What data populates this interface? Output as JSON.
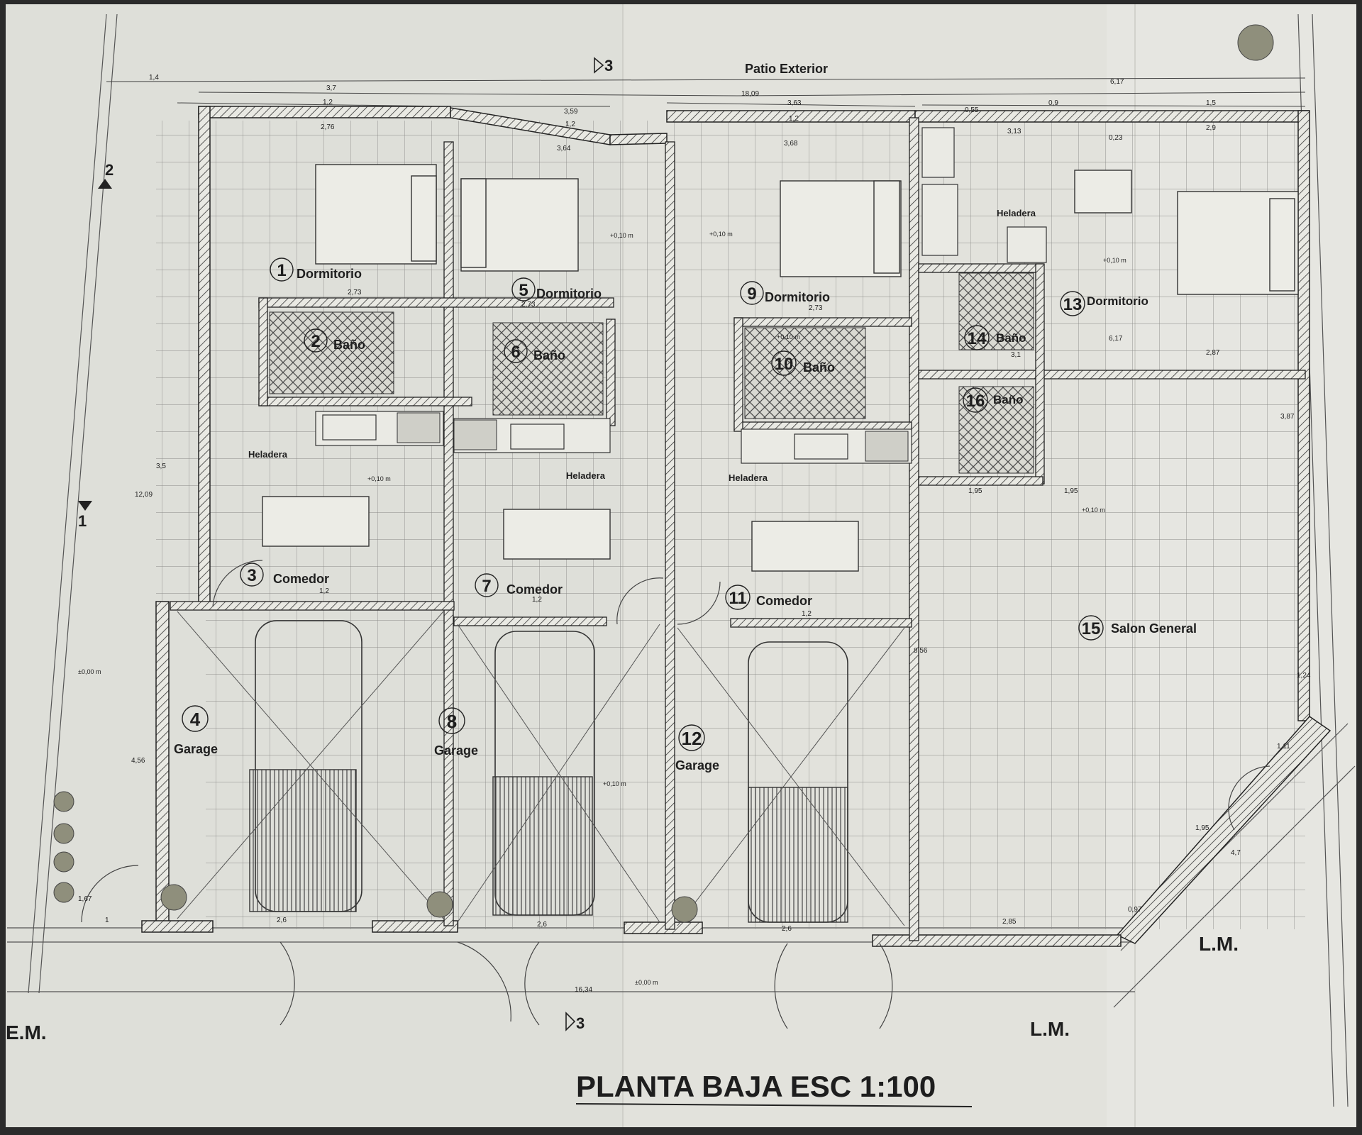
{
  "title": "PLANTA BAJA ESC 1:100",
  "labels": {
    "patio": "Patio Exterior",
    "lm": "L.M.",
    "em": "E.M.",
    "section1": "1",
    "section2": "2",
    "section3": "3",
    "heladera": "Heladera"
  },
  "rooms": [
    {
      "num": "1",
      "name": "Dormitorio"
    },
    {
      "num": "2",
      "name": "Baño"
    },
    {
      "num": "3",
      "name": "Comedor"
    },
    {
      "num": "4",
      "name": "Garage"
    },
    {
      "num": "5",
      "name": "Dormitorio"
    },
    {
      "num": "6",
      "name": "Baño"
    },
    {
      "num": "7",
      "name": "Comedor"
    },
    {
      "num": "8",
      "name": "Garage"
    },
    {
      "num": "9",
      "name": "Dormitorio"
    },
    {
      "num": "10",
      "name": "Baño"
    },
    {
      "num": "11",
      "name": "Comedor"
    },
    {
      "num": "12",
      "name": "Garage"
    },
    {
      "num": "13",
      "name": "Dormitorio"
    },
    {
      "num": "14",
      "name": "Baño"
    },
    {
      "num": "15",
      "name": "Salon General"
    },
    {
      "num": "16",
      "name": "Baño"
    }
  ],
  "dimensions": [
    "1,4",
    "3,7",
    "1,2",
    "2,76",
    "3,59",
    "1,2",
    "3,64",
    "18,09",
    "3,63",
    "1,2",
    "3,68",
    "6,17",
    "0,55",
    "0,9",
    "1,5",
    "2,9",
    "3,13",
    "0,23",
    "2,73",
    "2,73",
    "2,73",
    "6,17",
    "3,1",
    "2,87",
    "1,95",
    "1,95",
    "2,6",
    "2,6",
    "2,6",
    "2,85",
    "16,34",
    "1,67",
    "1",
    "1,2",
    "1,2",
    "1,2",
    "12,09",
    "3,5",
    "4,56",
    "8,56",
    "3,87",
    "1,24",
    "1,11",
    "1,95",
    "4,7",
    "0,97"
  ],
  "levels": [
    "+0,10 m",
    "+0,10 m",
    "+0,10 m",
    "+0,10 m",
    "+0,10 m",
    "+0,10 m",
    "±0,00 m",
    "+0,10 m",
    "±0,00 m"
  ]
}
